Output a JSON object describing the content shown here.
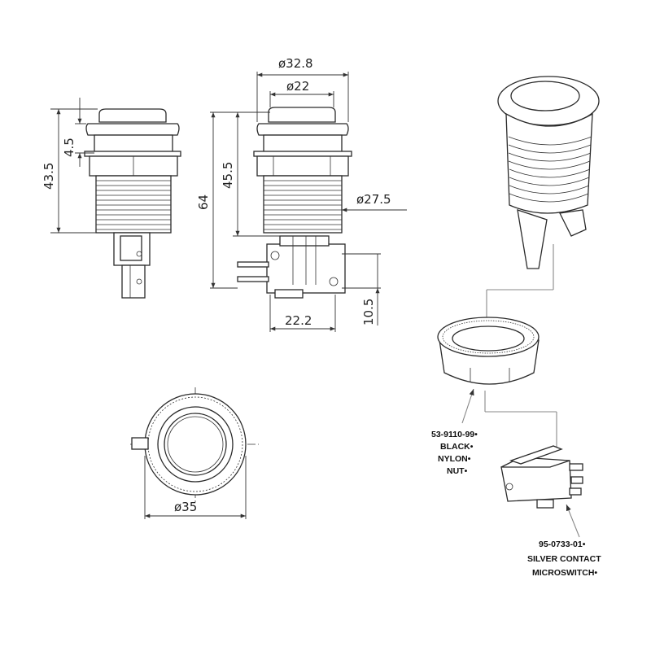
{
  "dimensions": {
    "d_32_8": "ø32.8",
    "d_22": "ø22",
    "d_27_5": "ø27.5",
    "d_35": "ø35",
    "h_43_5": "43.5",
    "h_4_5": "4.5",
    "h_64": "64",
    "h_45_5": "45.5",
    "w_22_2": "22.2",
    "h_10_5": "10.5"
  },
  "parts": {
    "nut": {
      "line1": "53-9110-99•",
      "line2": "BLACK•",
      "line3": "NYLON•",
      "line4": "NUT•"
    },
    "microswitch": {
      "line1": "95-0733-01•",
      "line2": "SILVER CONTACT",
      "line3": "MICROSWITCH•"
    }
  }
}
